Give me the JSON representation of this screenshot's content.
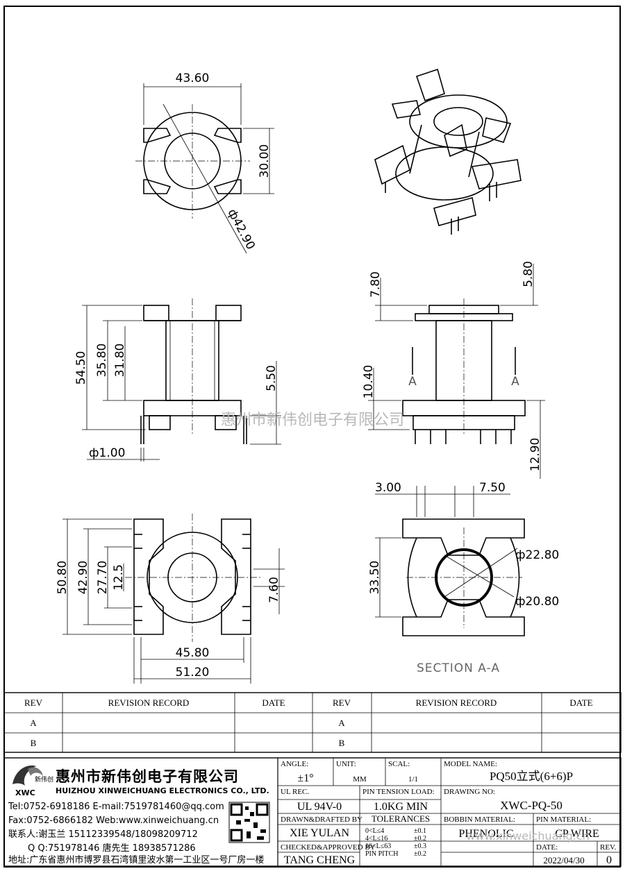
{
  "dimensions": {
    "top_width": "43.60",
    "top_height": "30.00",
    "top_diameter": "ф42.90",
    "front_total_height": "54.50",
    "front_h1": "35.80",
    "front_h2": "31.80",
    "front_pin_len": "5.50",
    "front_pin_dia": "ф1.00",
    "side_top": "7.80",
    "side_top2": "5.80",
    "side_mid": "10.40",
    "side_bottom": "12.90",
    "section_marker": "A",
    "bot_w1": "3.00",
    "bot_w2": "7.50",
    "bot_h_total": "50.80",
    "bot_h2": "42.90",
    "bot_h3": "27.70",
    "bot_h4": "12.5",
    "bot_h5": "7.60",
    "bot_w_inner": "45.80",
    "bot_w_outer": "51.20",
    "sec_h": "33.50",
    "sec_d1": "ф22.80",
    "sec_d2": "ф20.80",
    "section_label": "SECTION A-A"
  },
  "watermark": "惠州市新伟创电子有限公司",
  "watermark2": "www.xinweichuang.cn",
  "revision_table": {
    "headers": [
      "REV",
      "REVISION RECORD",
      "DATE",
      "REV",
      "REVISION RECORD",
      "DATE"
    ],
    "rows": [
      [
        "A",
        "",
        "",
        "A",
        "",
        ""
      ],
      [
        "B",
        "",
        "",
        "B",
        "",
        ""
      ]
    ]
  },
  "company": {
    "logo_text": "新伟创",
    "logo_sub": "XWC",
    "name_cn": "惠州市新伟创电子有限公司",
    "name_en": "HUIZHOU XINWEICHUANG ELECTRONICS CO., LTD.",
    "tel_line": "Tel:0752-6918186 E-mail:7519781460@qq.com",
    "fax_line": "Fax:0752-6866182 Web:www.xinweichuang.cn",
    "contact_line": "联系人:谢玉兰 15112339548/18098209712",
    "qq_line": "Q Q:751978146   唐先生 18938571286",
    "address_line": "地址:广东省惠州市博罗县石湾镇里波水第一工业区一号厂房一楼"
  },
  "title_block": {
    "angle_label": "ANGLE:",
    "angle_value": "±1°",
    "unit_label": "UNIT:",
    "unit_value": "MM",
    "scal_label": "SCAL:",
    "scal_value": "1/1",
    "model_label": "MODEL NAME:",
    "model_value": "PQ50立式(6+6)P",
    "ul_label": "UL REC.",
    "ul_value": "UL 94V-0",
    "pin_tension_label": "PIN TENSION LOAD:",
    "pin_tension_value": "1.0KG MIN",
    "drawing_no_label": "DRAWING NO:",
    "drawing_no_value": "XWC-PQ-50",
    "drawn_label": "DRAWN&DRAFTED BY",
    "drawn_value": "XIE YULAN",
    "tolerances_label": "TOLERANCES",
    "tol_rows": [
      [
        "0<L≤4",
        "±0.1"
      ],
      [
        "4<L≤16",
        "±0.2"
      ],
      [
        "16<L≤63",
        "±0.3"
      ],
      [
        "PIN PITCH",
        "±0.2"
      ]
    ],
    "bobbin_label": "BOBBIN MATERIAL:",
    "bobbin_value": "PHENOLIC",
    "pin_mat_label": "PIN MATERIAL:",
    "pin_mat_value": "CP WIRE",
    "checked_label": "CHECKED&APPROVED BY",
    "checked_value": "TANG CHENG",
    "date_label": "DATE:",
    "date_value": "2022/04/30",
    "rev_label": "REV.",
    "rev_value": "0"
  }
}
